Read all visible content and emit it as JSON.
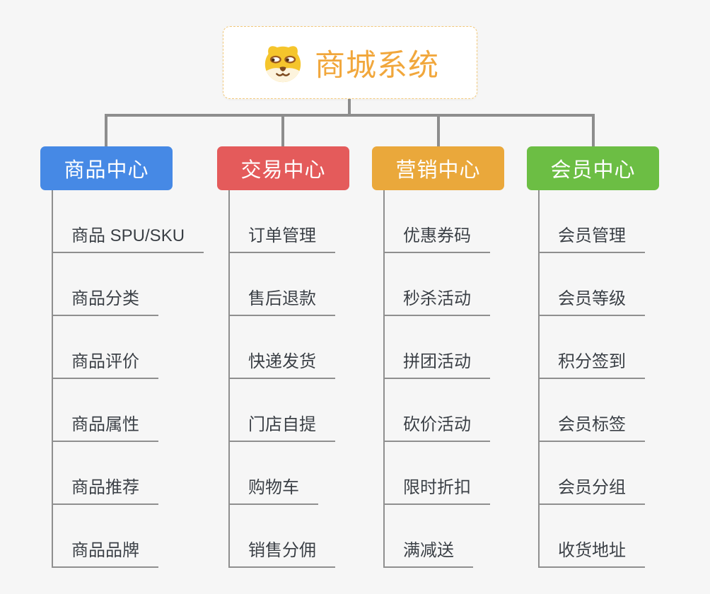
{
  "page": {
    "background_color": "#f6f6f6",
    "connector_color": "#8d8d8d",
    "item_line_color": "#8f8f8f"
  },
  "root": {
    "title": "商城系统",
    "icon": "dog-face-icon",
    "text_color": "#f1a73c",
    "border_color": "#f2c879"
  },
  "branches": [
    {
      "label": "商品中心",
      "color": "#4689e5",
      "items": [
        "商品 SPU/SKU",
        "商品分类",
        "商品评价",
        "商品属性",
        "商品推荐",
        "商品品牌"
      ]
    },
    {
      "label": "交易中心",
      "color": "#e45b5b",
      "items": [
        "订单管理",
        "售后退款",
        "快递发货",
        "门店自提",
        "购物车",
        "销售分佣"
      ]
    },
    {
      "label": "营销中心",
      "color": "#eaa83b",
      "items": [
        "优惠券码",
        "秒杀活动",
        "拼团活动",
        "砍价活动",
        "限时折扣",
        "满减送"
      ]
    },
    {
      "label": "会员中心",
      "color": "#6cbe44",
      "items": [
        "会员管理",
        "会员等级",
        "积分签到",
        "会员标签",
        "会员分组",
        "收货地址"
      ]
    }
  ]
}
